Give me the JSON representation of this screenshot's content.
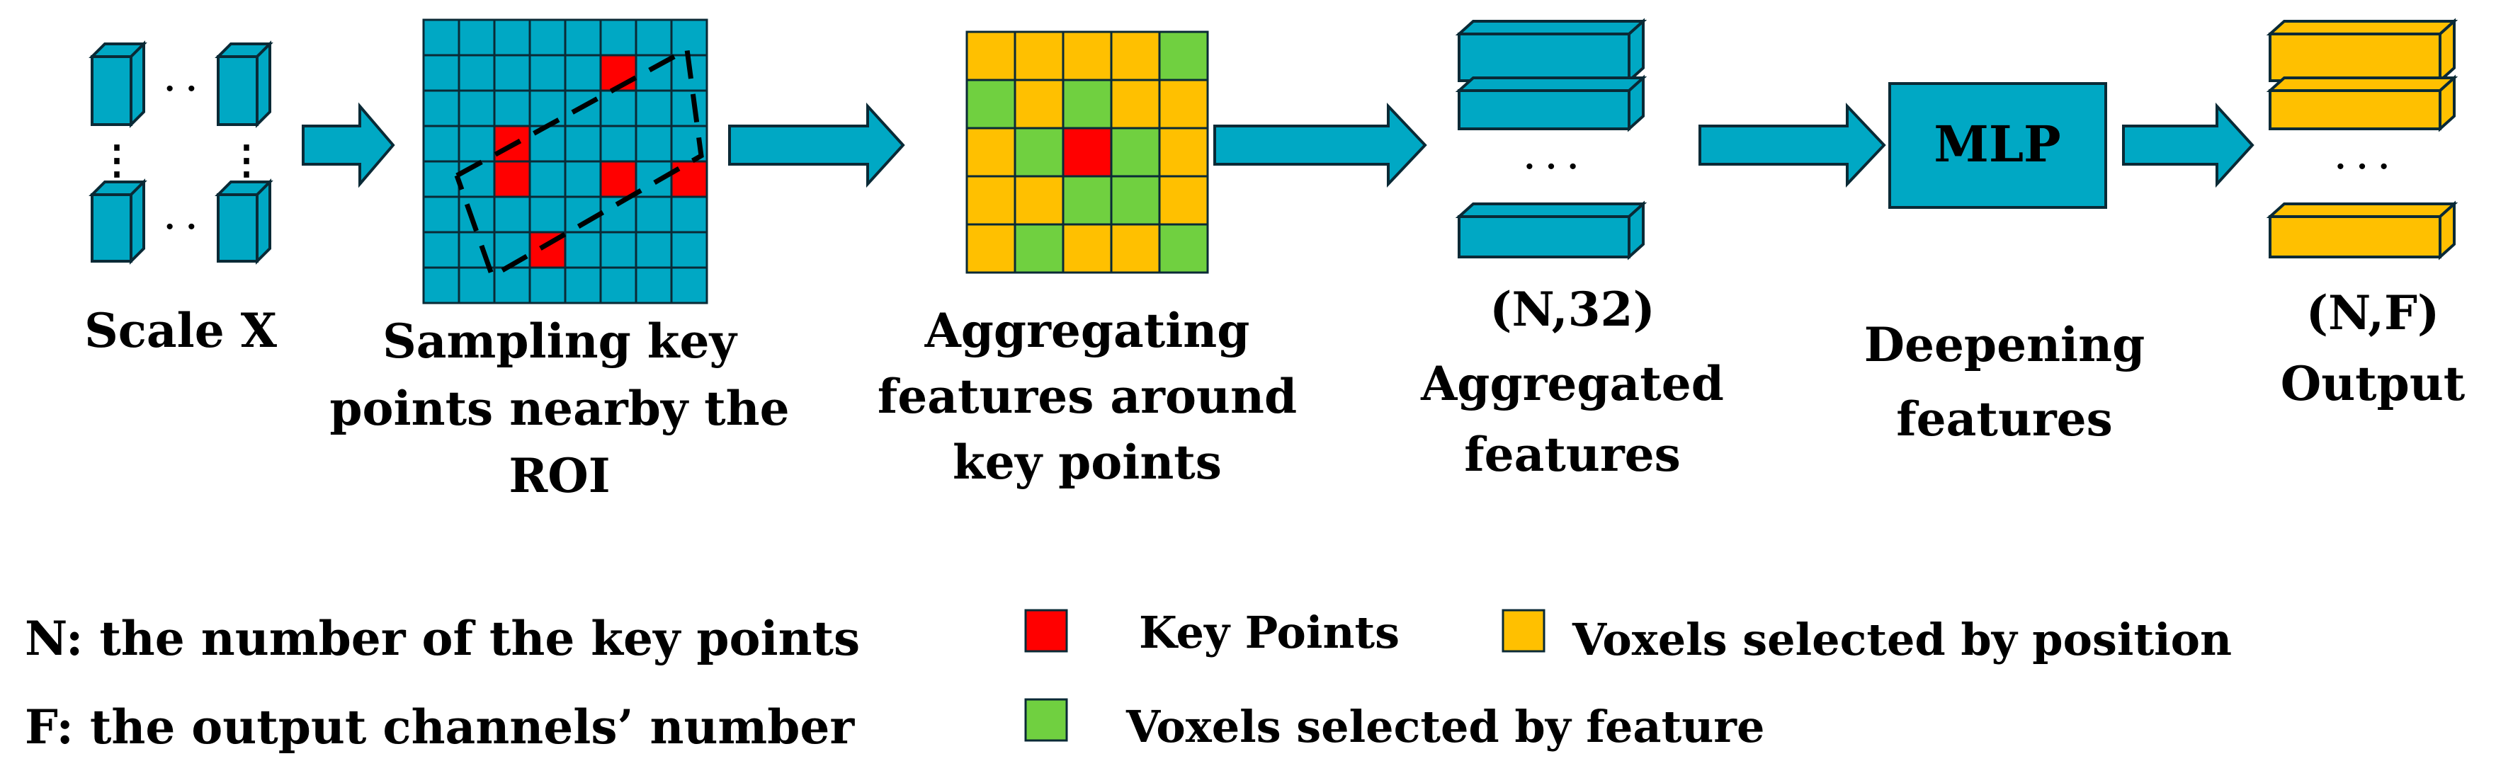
{
  "colors": {
    "teal": "#00A8C4",
    "stroke": "#0a2a36",
    "red": "#FF0000",
    "yellow": "#FFC000",
    "green": "#70D040"
  },
  "stages": {
    "scale": {
      "label": "Scale X"
    },
    "sampling": {
      "lines": [
        "Sampling key",
        "points nearby the",
        "ROI"
      ]
    },
    "aggregating": {
      "lines": [
        "Aggregating",
        "features around",
        "key points"
      ]
    },
    "aggregated": {
      "lines": [
        "(N,32)",
        "Aggregated",
        "features"
      ]
    },
    "deepening": {
      "mlp_label": "MLP",
      "lines": [
        "Deepening",
        "features"
      ]
    },
    "output": {
      "lines": [
        "(N,F)",
        "Output"
      ]
    }
  },
  "ellipsis": {
    "h": "· ·",
    "v": "⋮",
    "dots": "· · ·"
  },
  "legend": {
    "n_def": "N: the number of the key points",
    "f_def": "F: the output channels’ number",
    "key_points": "Key Points",
    "voxels_position": "Voxels selected by position",
    "voxels_feature": "Voxels selected by feature"
  }
}
